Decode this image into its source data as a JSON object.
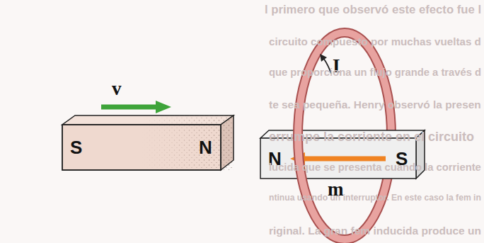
{
  "diagram": {
    "nodes": [
      {
        "text": [
          "S",
          "N"
        ]
      },
      {
        "text": [
          "N",
          "S"
        ]
      }
    ],
    "labels": [
      "v",
      "I",
      "m",
      "l primero que observó este efecto fue l",
      "circuito compuesto por muchas vueltas d",
      "que proporciona un flujo grande a través d",
      "te sea pequeña. Henry observó la presen",
      "errumpe la corriente en el circuito",
      "lucida que se presenta cuando la corriente",
      "ntinua usando un interruptor. En este caso la fem in",
      "riginal. La gran fem inducida produce un"
    ]
  }
}
